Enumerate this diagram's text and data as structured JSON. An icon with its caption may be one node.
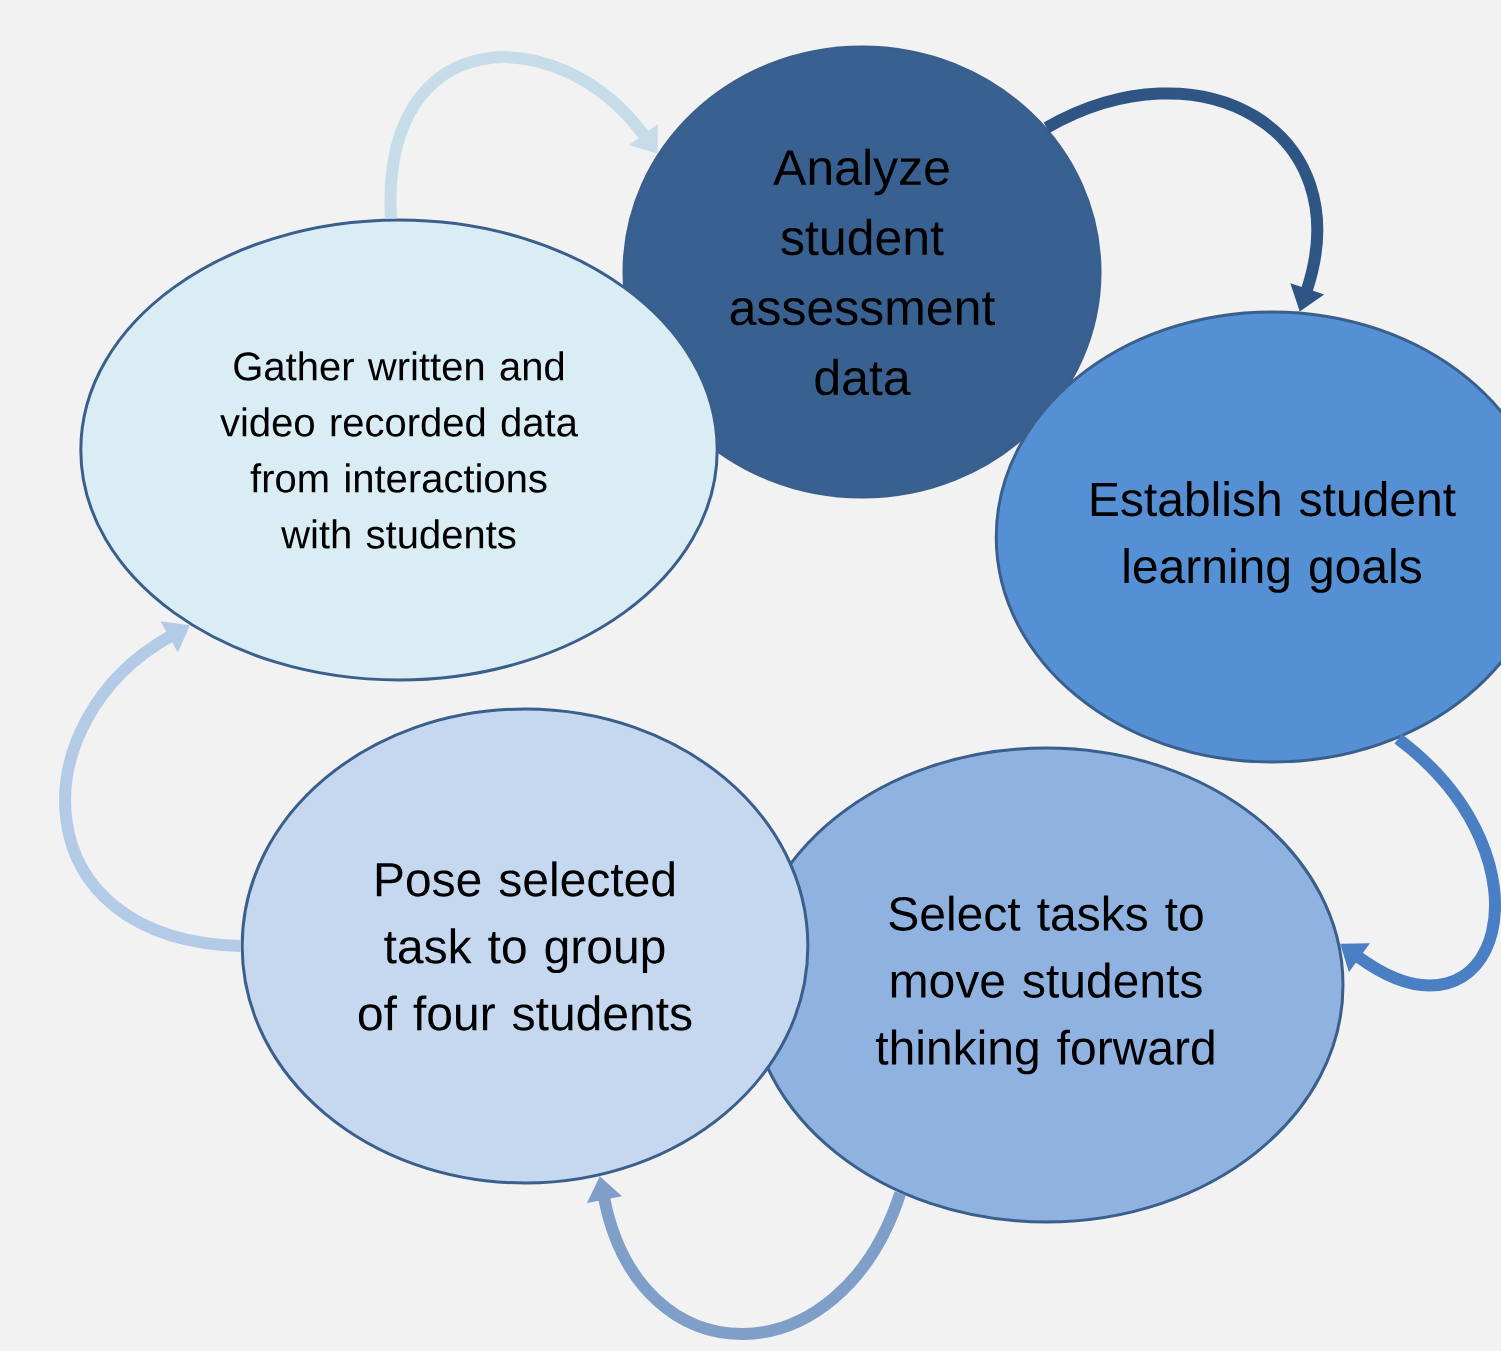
{
  "diagram": {
    "nodes": [
      {
        "text": [
          "Analyze student assessment data"
        ]
      },
      {
        "text": [
          "Establish student learning goals"
        ]
      },
      {
        "text": [
          "Select tasks to move students thinking forward"
        ]
      },
      {
        "text": [
          "Pose selected task to group of four students"
        ]
      },
      {
        "text": [
          "Gather written and video recorded data from interactions with students"
        ]
      }
    ],
    "edges": [
      {
        "from": 4,
        "to": 0,
        "arrow": "to",
        "color": "#c6dce8"
      },
      {
        "from": 0,
        "to": 1,
        "arrow": "to",
        "color": "#2f5585"
      },
      {
        "from": 1,
        "to": 2,
        "arrow": "to",
        "color": "#4a7fc4"
      },
      {
        "from": 2,
        "to": 3,
        "arrow": "to",
        "color": "#7f9ec8"
      },
      {
        "from": 3,
        "to": 4,
        "arrow": "to",
        "color": "#b4cbe8"
      }
    ]
  }
}
